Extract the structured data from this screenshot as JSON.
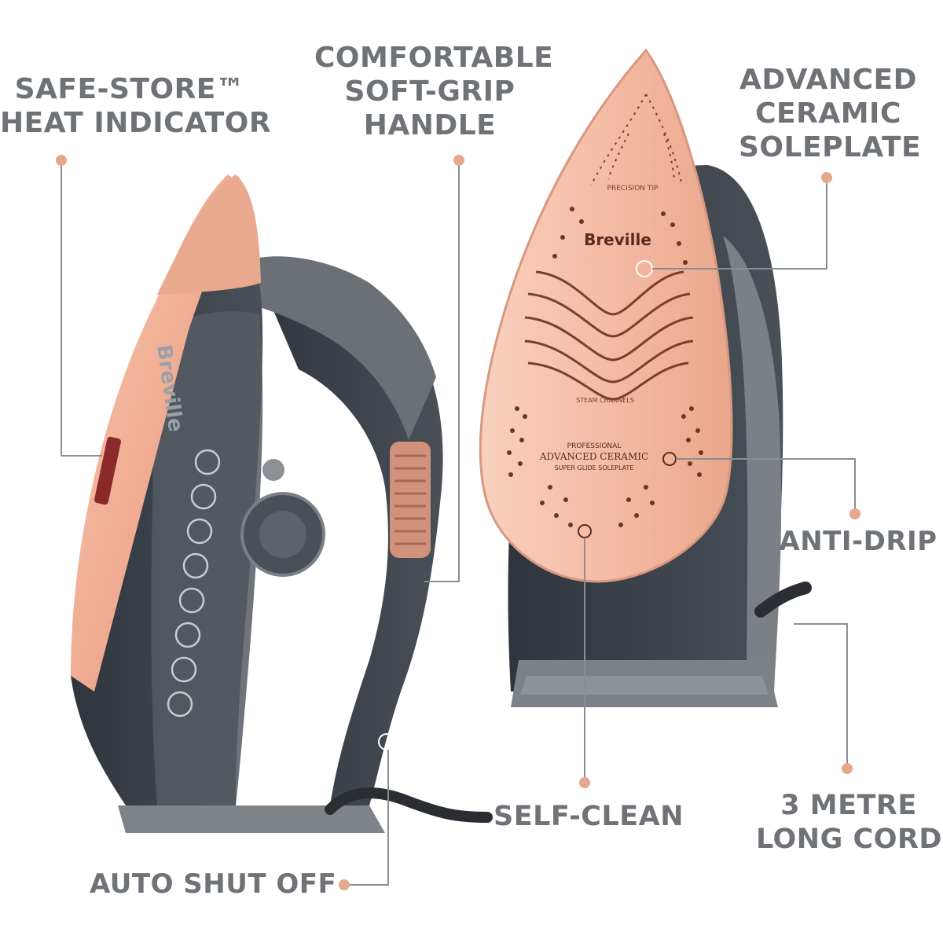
{
  "brand": "Breville",
  "features": {
    "safe_store": "SAFE-STORE™\nHEAT INDICATOR",
    "handle": "COMFORTABLE\nSOFT-GRIP\nHANDLE",
    "soleplate": "ADVANCED\nCERAMIC\nSOLEPLATE",
    "anti_drip": "ANTI-DRIP",
    "self_clean": "SELF-CLEAN",
    "cord": "3 METRE\nLONG CORD",
    "auto_shut_off": "AUTO SHUT OFF"
  },
  "soleplate_text": {
    "tip": "PRECISION TIP",
    "channels": "STEAM CHANNELS",
    "line1": "PROFESSIONAL",
    "line2": "ADVANCED CERAMIC",
    "line3": "SUPER GLIDE SOLEPLATE"
  },
  "colors": {
    "label_text": "#6f7377",
    "callout": "#e6a88c",
    "leader_line": "#8a8e92",
    "copper": "#f2b29a",
    "body_dark": "#3a4048",
    "body_mid": "#5a6068"
  }
}
